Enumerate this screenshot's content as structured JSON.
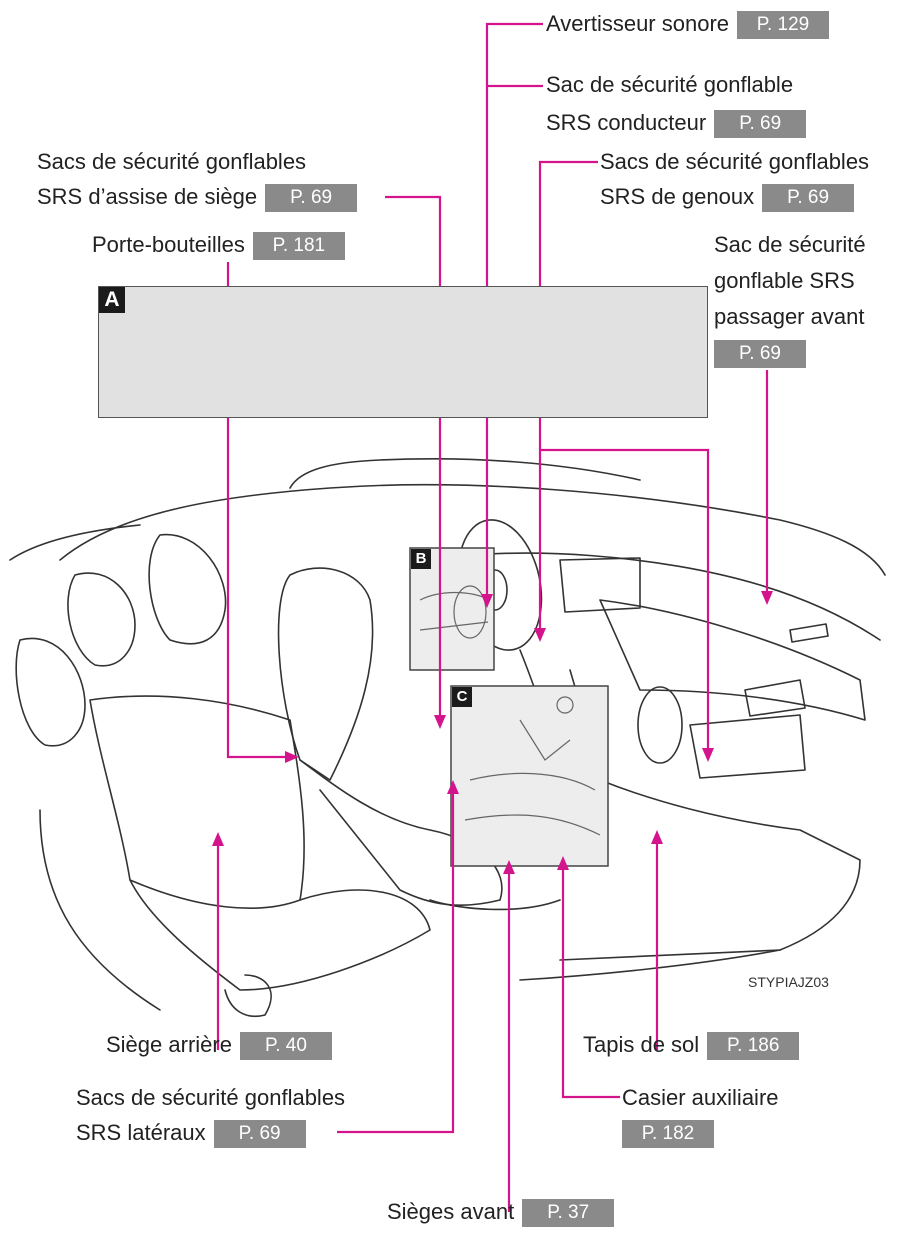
{
  "panel": {
    "badge": "A"
  },
  "insets": {
    "b": "B",
    "c": "C"
  },
  "image_code": "STYPIAJZ03",
  "labels": {
    "horn": {
      "text": "Avertisseur sonore",
      "page": "P. 129"
    },
    "driver_airbag": {
      "line1": "Sac de sécurité gonflable",
      "line2": "SRS conducteur",
      "page": "P. 69"
    },
    "knee_airbags": {
      "line1": "Sacs de sécurité gonflables",
      "line2": "SRS de genoux",
      "page": "P. 69"
    },
    "cushion_airbags": {
      "line1": "Sacs de sécurité gonflables",
      "line2": "SRS d’assise de siège",
      "page": "P. 69"
    },
    "bottle_holders": {
      "text": "Porte-bouteilles",
      "page": "P. 181"
    },
    "passenger_airbag": {
      "line1": "Sac de sécurité",
      "line2": "gonflable SRS",
      "line3": "passager avant",
      "page": "P. 69"
    },
    "rear_seat": {
      "text": "Siège arrière",
      "page": "P. 40"
    },
    "floor_mats": {
      "text": "Tapis de sol",
      "page": "P. 186"
    },
    "side_airbags": {
      "line1": "Sacs de sécurité gonflables",
      "line2": "SRS latéraux",
      "page": "P. 69"
    },
    "aux_box": {
      "text": "Casier auxiliaire",
      "page": "P. 182"
    },
    "front_seats": {
      "text": "Sièges avant",
      "page": "P. 37"
    }
  },
  "colors": {
    "leader": "#d4148c",
    "page_box": "#8a8a8a",
    "panel": "#e1e1e1"
  }
}
